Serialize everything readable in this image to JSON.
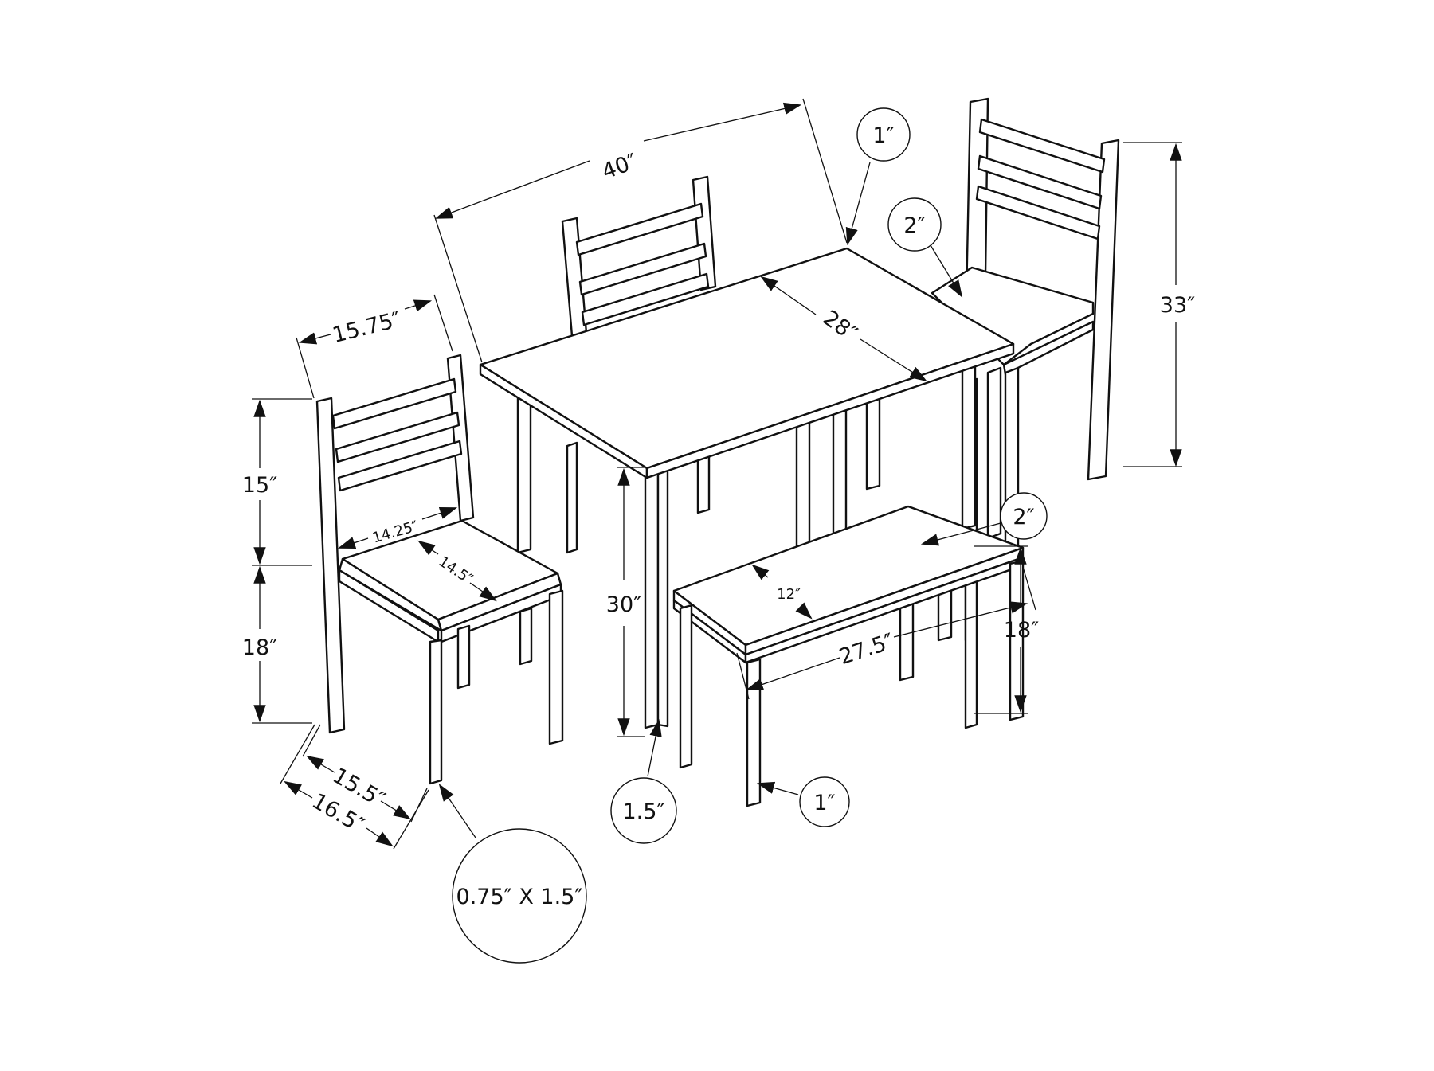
{
  "diagram": {
    "type": "furniture-dimension-drawing",
    "subject": "5-piece dining set: table, 3 chairs, 1 bench",
    "colors": {
      "line": "#111111",
      "background": "#ffffff"
    },
    "table": {
      "width": "40″",
      "depth": "28″",
      "height": "30″",
      "top_thickness_callout": "1″",
      "leg_callout": "1.5″"
    },
    "chair": {
      "back_width": "15.75″",
      "back_height": "15″",
      "seat_height": "18″",
      "seat_width": "14.25″",
      "seat_depth": "14.5″",
      "depth_inner": "15.5″",
      "depth_outer": "16.5″",
      "leg_callout": "0.75″ X 1.5″",
      "seat_thickness_callout": "2″",
      "overall_height": "33″"
    },
    "bench": {
      "length": "27.5″",
      "depth": "12″",
      "height": "18″",
      "seat_thickness_callout": "2″",
      "leg_callout": "1″"
    }
  }
}
